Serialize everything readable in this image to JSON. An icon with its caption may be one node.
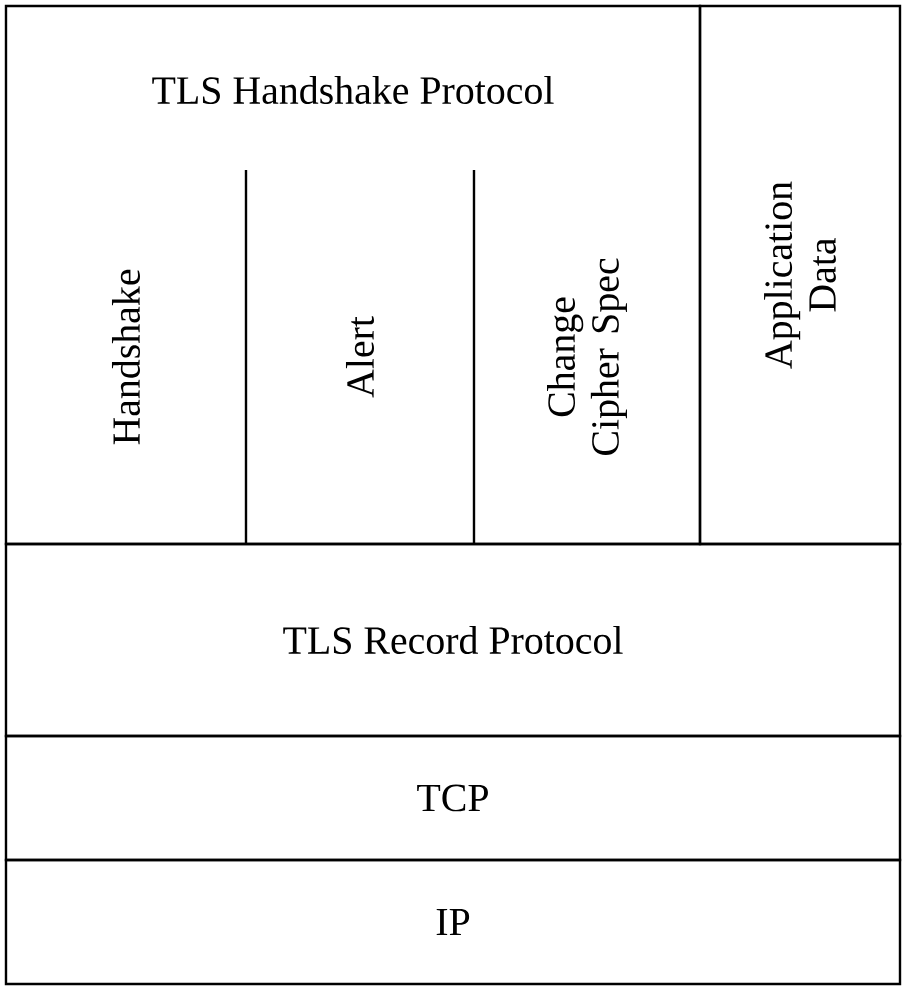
{
  "diagram": {
    "nodes": [
      {
        "text": [
          "TLS Handshake Protocol"
        ]
      },
      {
        "text": [
          "Handshake"
        ],
        "in": 0
      },
      {
        "text": [
          "Alert"
        ],
        "in": 0
      },
      {
        "text": [
          "Change Cipher Spec"
        ],
        "in": 0
      },
      {
        "text": [
          "Application Data"
        ]
      },
      {
        "text": [
          "TLS Record Protocol"
        ]
      },
      {
        "text": [
          "TCP"
        ]
      },
      {
        "text": [
          "IP"
        ]
      }
    ]
  }
}
